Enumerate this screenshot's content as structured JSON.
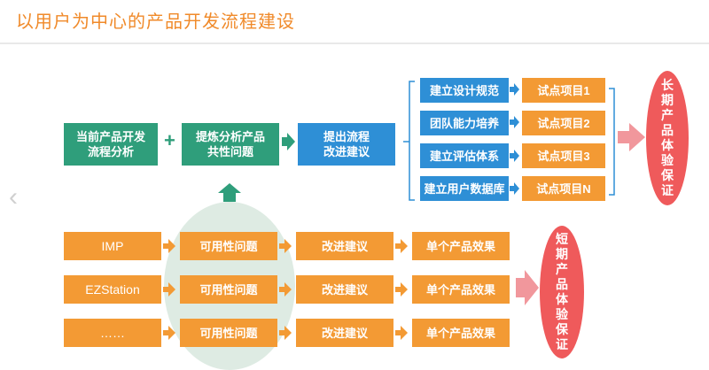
{
  "title": "以用户为中心的产品开发流程建设",
  "top_flow": {
    "step1": "当前产品开发流程分析",
    "plus": "+",
    "step2": "提炼分析产品共性问题",
    "step3": "提出流程改进建议"
  },
  "initiatives": [
    "建立设计规范",
    "团队能力培养",
    "建立评估体系",
    "建立用户数据库"
  ],
  "pilots": [
    "试点项目1",
    "试点项目2",
    "试点项目3",
    "试点项目N"
  ],
  "long_term": "长期产品体验保证",
  "short_term": "短期产品体验保证",
  "rows": [
    {
      "product": "IMP",
      "issue": "可用性问题",
      "suggestion": "改进建议",
      "effect": "单个产品效果"
    },
    {
      "product": "EZStation",
      "issue": "可用性问题",
      "suggestion": "改进建议",
      "effect": "单个产品效果"
    },
    {
      "product": "……",
      "issue": "可用性问题",
      "suggestion": "改进建议",
      "effect": "单个产品效果"
    }
  ],
  "colors": {
    "green": "#2f9e7b",
    "blue": "#2e8fd6",
    "orange": "#f39a34",
    "red": "#ef5a5b",
    "title": "#f08a2a"
  }
}
